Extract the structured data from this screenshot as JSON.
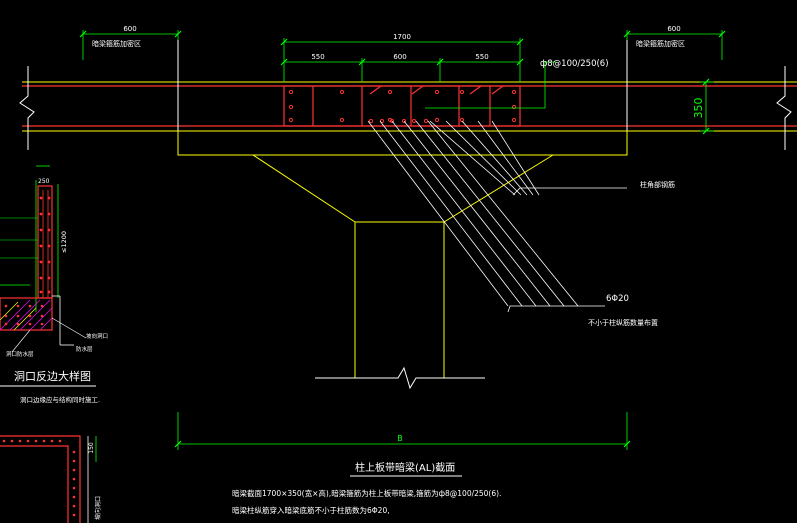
{
  "drawing": {
    "title": "柱上板带暗梁(AL)截面",
    "dims": {
      "top_left": "600",
      "top_right": "600",
      "total": "1700",
      "seg_left": "550",
      "seg_mid": "600",
      "seg_right": "550",
      "depth": "350",
      "bottom_b": "B"
    },
    "labels": {
      "zone_left": "暗梁箍筋加密区",
      "zone_right": "暗梁箍筋加密区",
      "stirrup": "ф8@100/250(6)",
      "column_rebar": "柱角部钢筋",
      "bottom_bars": "6Φ20",
      "note_under_bars": "不小于柱纵筋数量布置"
    },
    "notes": {
      "line1": "暗梁截面1700×350(宽×高),暗梁箍筋为柱上板带暗梁,箍筋为ф8@100/250(6).",
      "line2": "暗梁柱纵筋穿入暗梁底筋不小于柱筋数为6Φ20,"
    },
    "detail": {
      "width_dim": "250",
      "height_dim": "≤1200",
      "title": "洞口反边大样图",
      "note": "洞口边缘应与结构同时施工.",
      "leader1": "坡向洞口",
      "leader2": "防水层",
      "leader3": "洞口防水层",
      "small_dim": "150",
      "side_label": "坡向洞口"
    },
    "colors": {
      "background": "#000000",
      "slab": "#ffff00",
      "rebar": "#ff3333",
      "dimension": "#00ff00",
      "text": "#ffffff",
      "hatch": "#ff00ff"
    }
  }
}
